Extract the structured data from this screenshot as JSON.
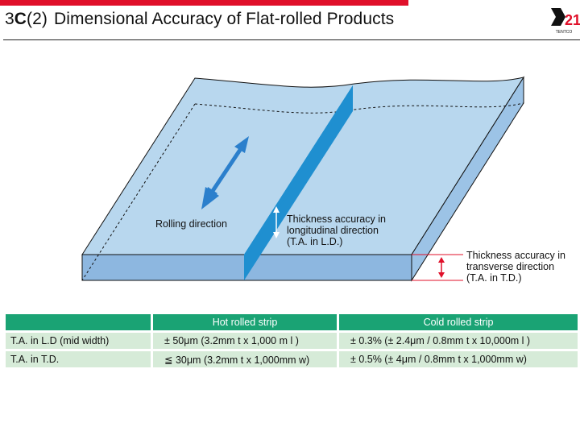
{
  "header": {
    "prefix_num": "3",
    "prefix_letter": "C",
    "prefix_sub": "(2)",
    "title": "Dimensional Accuracy of Flat-rolled Products",
    "logo_text": "TENTCO"
  },
  "diagram": {
    "rolling_direction": "Rolling direction",
    "longitudinal": [
      "Thickness accuracy in",
      "longitudinal direction",
      "(T.A. in L.D.)"
    ],
    "transverse": [
      "Thickness accuracy in",
      "transverse direction",
      "(T.A. in T.D.)"
    ],
    "colors": {
      "top": "#b8d7ee",
      "band": "#1f8fd0",
      "edge": "#8db7e0",
      "arrow": "#2b7fcc",
      "dim": "#e0102a"
    }
  },
  "table": {
    "headers": [
      "",
      "Hot rolled strip",
      "Cold rolled strip"
    ],
    "rows": [
      {
        "label": "T.A. in L.D (mid width)",
        "hot": "± 50μm (3.2mm t x 1,000 m l )",
        "cold": "± 0.3% (± 2.4μm / 0.8mm t x 10,000m l )"
      },
      {
        "label": "T.A. in T.D.",
        "hot": "≦ 30μm (3.2mm t x 1,000mm w)",
        "cold": "± 0.5% (± 4μm / 0.8mm t x 1,000mm w)"
      }
    ]
  }
}
